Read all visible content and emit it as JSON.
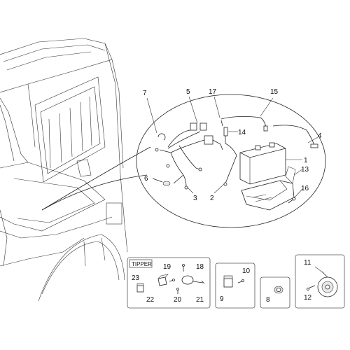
{
  "labels": {
    "l1": "1",
    "l2": "2",
    "l3": "3",
    "l4": "4",
    "l5": "5",
    "l6": "6",
    "l7": "7",
    "l8": "8",
    "l9": "9",
    "l10": "10",
    "l11": "11",
    "l12": "12",
    "l13": "13",
    "l14": "14",
    "l15": "15",
    "l16": "16",
    "l17": "17",
    "l18": "18",
    "l19": "19",
    "l20": "20",
    "l21": "21",
    "l22": "22",
    "l23": "23"
  },
  "inset_tipper": {
    "title": "TIPPER"
  }
}
